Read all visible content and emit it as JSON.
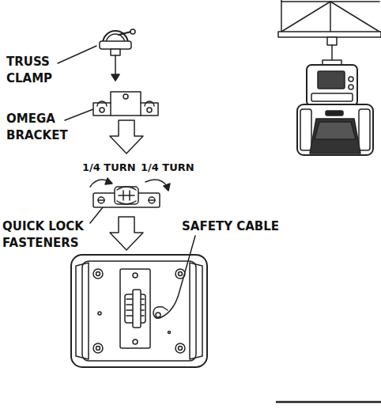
{
  "diagram": {
    "labels": [
      "TRUSS CLAMP",
      "OMEGA BRACKET",
      "1/4 TURN",
      "1/4 TURN",
      "QUICK LOCK FASTENERS",
      "SAFETY CABLE"
    ]
  }
}
